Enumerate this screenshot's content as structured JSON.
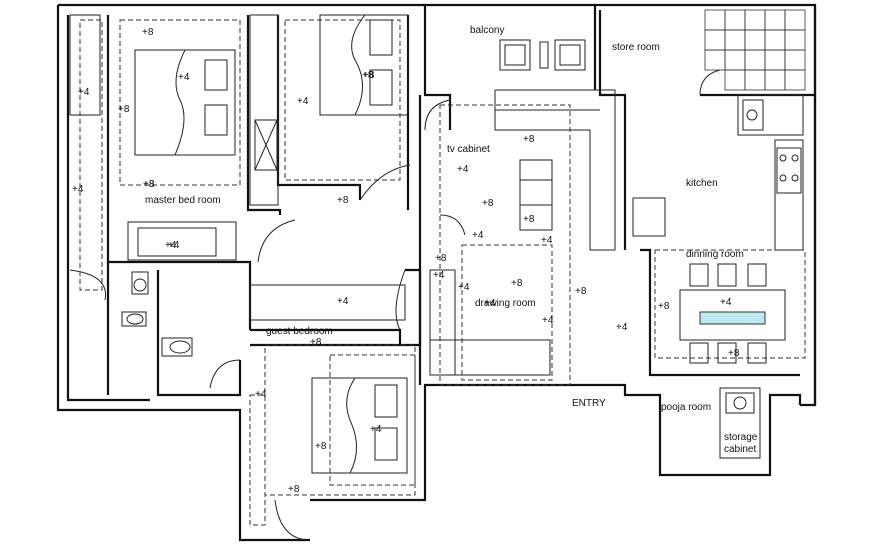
{
  "rooms": {
    "balcony": "balcony",
    "store_room": "store room",
    "kitchen": "kitchen",
    "tv_cabinet": "tv cabinet",
    "master_bed_room": "master bed room",
    "dinning_room": "dinning room",
    "drawing_room": "drawing room",
    "guest_bedroom": "guest bedroom",
    "entry": "ENTRY",
    "pooja_room": "pooja room",
    "storage_cabinet_line1": "storage",
    "storage_cabinet_line2": "cabinet"
  },
  "levels": {
    "l01": "+8",
    "l02": "+4",
    "l03": "+8",
    "l04": "+4",
    "l05": "+4",
    "l06": "+8",
    "l07": "+4",
    "l08": "+8",
    "l09": "+8",
    "l10": "+4",
    "l11": "+8",
    "l12": "+4",
    "l13": "+8",
    "l14": "+4",
    "l15": "+8",
    "l16": "+4",
    "l17": "+4",
    "l18": "+8",
    "l19": "+4",
    "l20": "+4",
    "l21": "+8",
    "l22": "+4",
    "l23": "+8",
    "l24": "+4",
    "l25": "+4",
    "l26": "+8",
    "l27": "+8",
    "l28": "+4",
    "l29": "+8",
    "l30": "+8",
    "l31": "+4",
    "l32": "+4",
    "l33": "+8",
    "l34": "+8",
    "l35": "+4",
    "l36": "+8"
  }
}
